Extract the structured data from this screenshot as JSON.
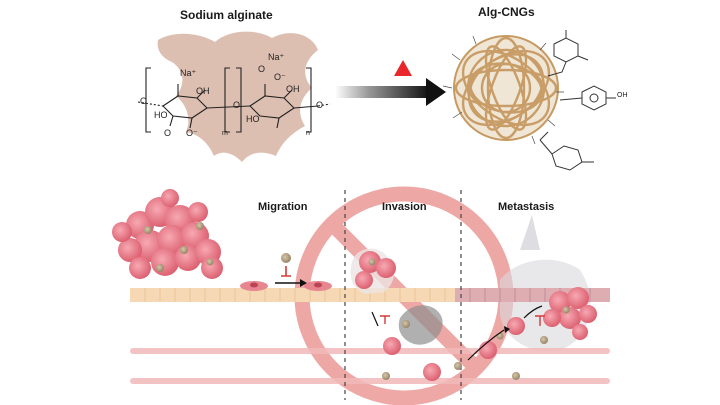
{
  "top": {
    "left_title": "Sodium alginate",
    "right_title": "Alg-CNGs",
    "chem_labels": {
      "na1": "Na⁺",
      "na2": "Na⁺",
      "oh1": "OH",
      "oh2": "OH",
      "ho1": "HO",
      "ho2": "HO",
      "o_bridge1": "O",
      "o_bridge2": "O",
      "o_link": "O",
      "o_carb1": "O",
      "o_carb2": "O",
      "o_minus1": "O⁻",
      "o_minus2": "O⁻",
      "sub_m": "m",
      "sub_n": "n",
      "oh_phenol": "OH"
    }
  },
  "bottom": {
    "stage_labels": [
      "Migration",
      "Invasion",
      "Metastasis"
    ]
  },
  "colors": {
    "prohibit_red": "#e0625f",
    "heat_red": "#e8262b",
    "alginate_tan": "#d9b8a8",
    "nanogel_gold": "#c79a62",
    "cell_pink": "#e36b7a",
    "epithelium": "#f6d9b4",
    "vessel": "#f1b9b9"
  }
}
